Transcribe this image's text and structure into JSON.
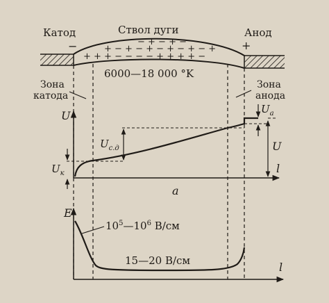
{
  "labels": {
    "cathode": "Катод",
    "cathode_sign": "−",
    "arc_column": "Ствол дуги",
    "anode": "Анод",
    "anode_sign": "+",
    "temperature": "6000—18 000  °K",
    "cathode_zone_line1": "Зона",
    "cathode_zone_line2": "катода",
    "anode_zone_line1": "Зона",
    "anode_zone_line2": "анода"
  },
  "charges": {
    "row1": "−  +  −  +  −",
    "row2": "+ −  + − + −  +  −  + − +",
    "row3": "+  +  +  −  − −  −  + + +  + −",
    "row4": "+  −  +  +  −  +"
  },
  "graph_a": {
    "y_axis": "U",
    "x_axis": "l",
    "caption": "а",
    "u_cathode": "U",
    "u_cathode_sub": "к",
    "u_column": "U",
    "u_column_sub": "с.д",
    "u_anode": "U",
    "u_anode_sub": "а",
    "u_total": "U"
  },
  "graph_b": {
    "y_axis": "E",
    "x_axis": "l",
    "cathode_field_prefix": "10",
    "cathode_field_exp1": "5",
    "cathode_field_dash": "—10",
    "cathode_field_exp2": "6",
    "cathode_field_unit": " В/см",
    "column_field": "15—20 В/см"
  }
}
